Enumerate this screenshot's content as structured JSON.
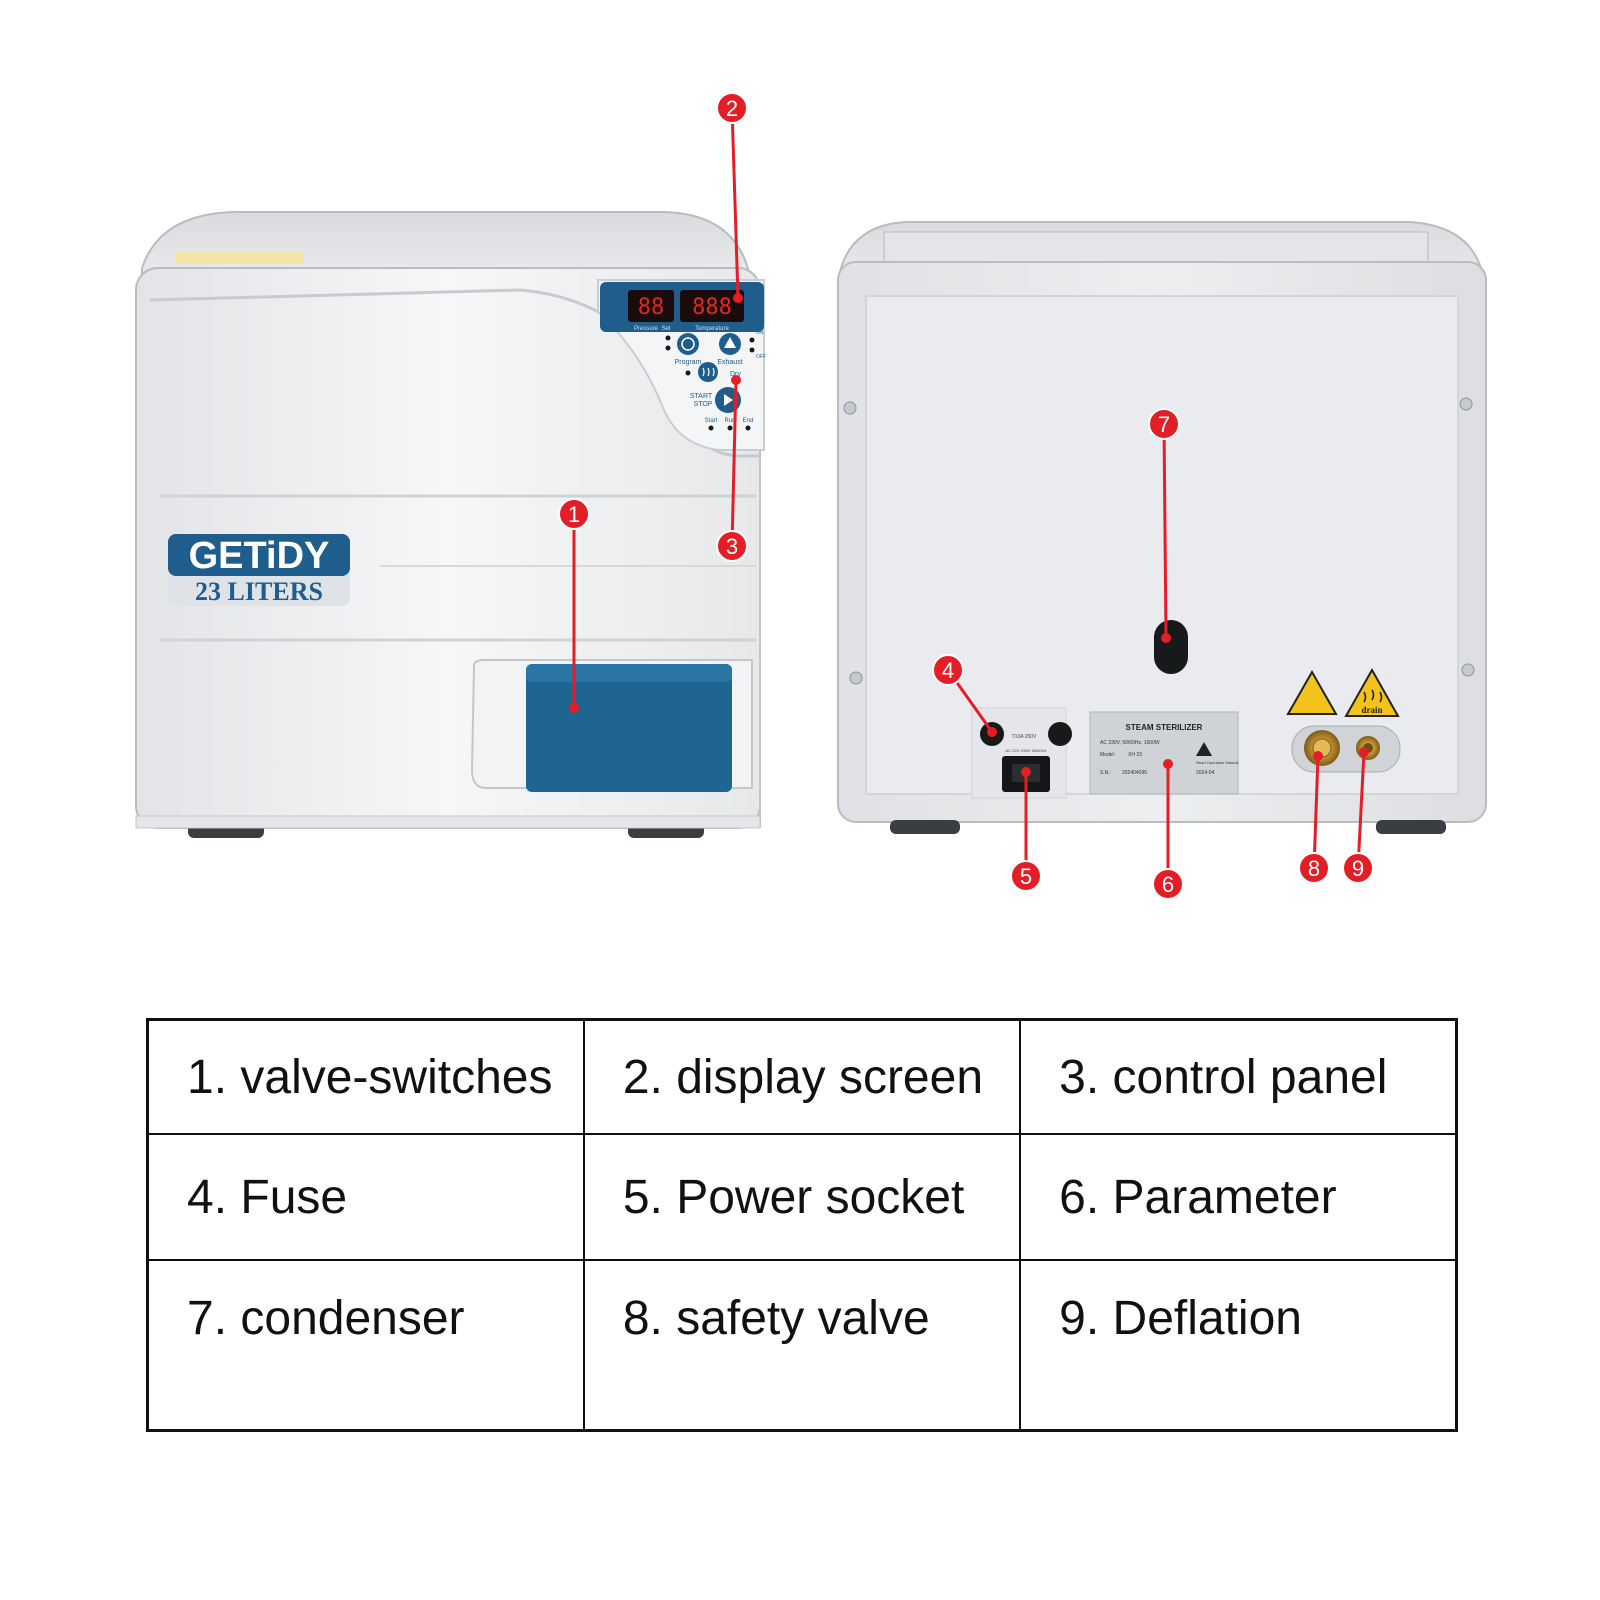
{
  "front_unit": {
    "brand": "GETiDY",
    "capacity": "23 LITERS",
    "panel": {
      "labels": {
        "pressure": "Pressure",
        "time": "Set",
        "temperature": "Temperature",
        "program": "Program",
        "exhaust": "Exhaust",
        "dry": "Dry",
        "start_stop_1": "START",
        "start_stop_2": "STOP",
        "start": "Start",
        "run": "Run",
        "end": "End",
        "on": "ON",
        "off": "OFF"
      },
      "display_left": "88",
      "display_right": "888"
    }
  },
  "back_unit": {
    "nameplate": {
      "title": "STEAM STERILIZER",
      "rating": "AC 230V, 50/60Hz, 1600W",
      "model_label": "Model:",
      "model_value": "XH 23",
      "sn_label": "S.N.:",
      "sn_value": "202404095",
      "date_value": "2024-04",
      "notice": "Read Operation Manual"
    },
    "fuse_label": "T10A 250V",
    "socket_label": "AC 220~230V 50/60Hz",
    "warning_label": "drain"
  },
  "callouts": [
    "1",
    "2",
    "3",
    "4",
    "5",
    "6",
    "7",
    "8",
    "9"
  ],
  "legend": {
    "rows": [
      [
        "1. valve-switches",
        "2. display screen",
        "3. control panel"
      ],
      [
        "4. Fuse",
        "5. Power socket",
        "6. Parameter"
      ],
      [
        "7. condenser",
        "8. safety valve",
        "9. Deflation"
      ]
    ]
  },
  "colors": {
    "callout_red": "#e41e26",
    "brand_blue": "#1f5d8c",
    "tank_blue": "#1e6592",
    "body_white": "#eef0f2",
    "warning_yellow": "#f3c21b"
  }
}
